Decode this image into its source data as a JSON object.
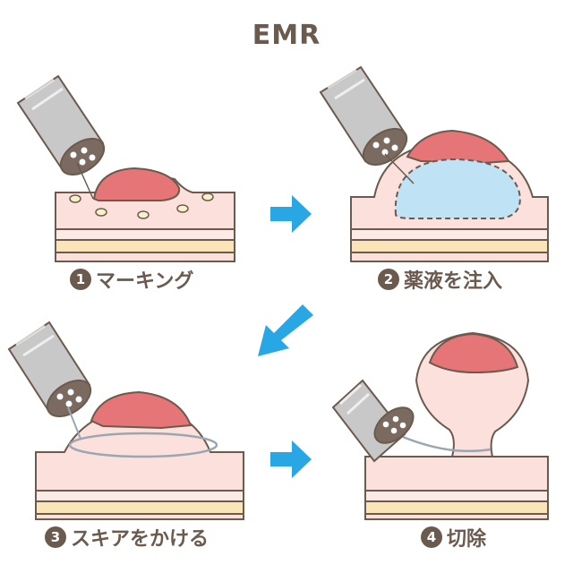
{
  "title": "EMR",
  "steps": [
    {
      "num": "1",
      "label": "マーキング"
    },
    {
      "num": "2",
      "label": "薬液を注入"
    },
    {
      "num": "3",
      "label": "スキアをかける"
    },
    {
      "num": "4",
      "label": "切除"
    }
  ],
  "colors": {
    "text": "#6b5a4e",
    "outline": "#6b5a4e",
    "mucosa": "#fbe0dc",
    "lesion": "#e57576",
    "layer_light": "#fde9e5",
    "layer_yellow": "#fbe5b8",
    "fluid": "#bfe3f5",
    "arrow": "#29a7e4",
    "scope_metal": "#c8c8c8",
    "scope_tip": "#7a6a60",
    "marker_dot": "#f7f1c8",
    "snare_wire": "#9aa6b2"
  }
}
